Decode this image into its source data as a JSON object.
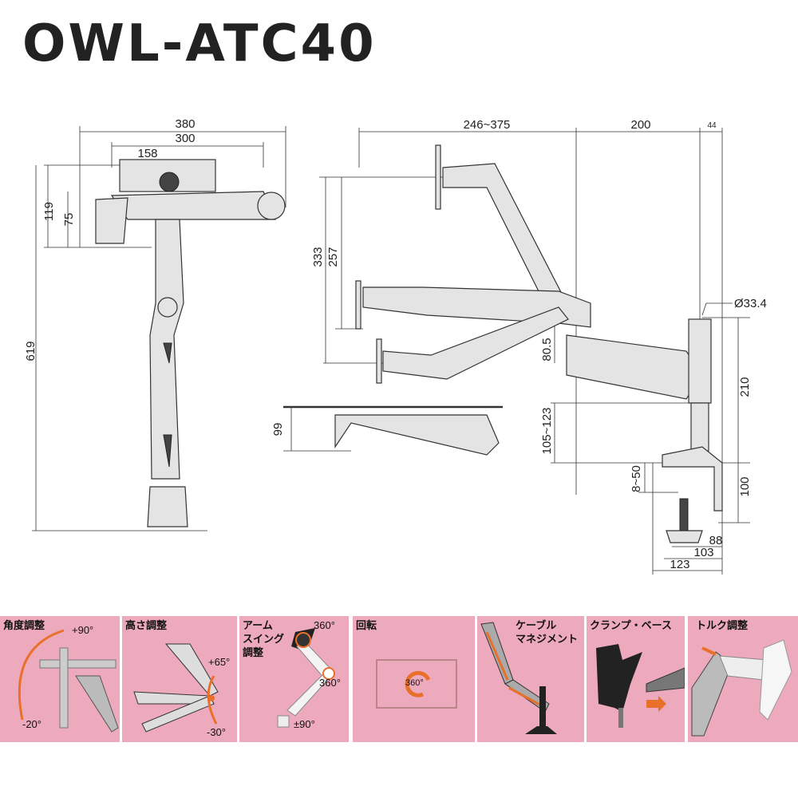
{
  "title": "OWL-ATC40",
  "dimensions": {
    "front_width_total": "380",
    "front_width_300": "300",
    "front_width_158": "158",
    "front_height_119": "119",
    "front_height_75": "75",
    "front_height_619": "619",
    "reach_range": "246~375",
    "reach_200": "200",
    "reach_44": "44",
    "height_333": "333",
    "height_257": "257",
    "height_80_5": "80.5",
    "height_105_123": "105~123",
    "low_99": "99",
    "pole_diameter": "Ø33.4",
    "pole_210": "210",
    "clamp_thickness": "8~50",
    "clamp_100": "100",
    "clamp_88": "88",
    "clamp_103": "103",
    "clamp_123": "123"
  },
  "features": [
    {
      "label": "角度調整",
      "angles": [
        "+90°",
        "-20°"
      ]
    },
    {
      "label": "高さ調整",
      "angles": [
        "+65°",
        "-30°"
      ]
    },
    {
      "label": "アーム\nスイング\n調整",
      "angles": [
        "360°",
        "360°",
        "±90°"
      ]
    },
    {
      "label": "回転",
      "angles": [
        "360°"
      ]
    },
    {
      "label": "ケーブル\nマネジメント",
      "angles": []
    },
    {
      "label": "クランプ・ベース",
      "angles": []
    },
    {
      "label": "トルク調整",
      "angles": []
    }
  ],
  "colors": {
    "panel": "#eeaabd",
    "accent": "#e8702a"
  }
}
